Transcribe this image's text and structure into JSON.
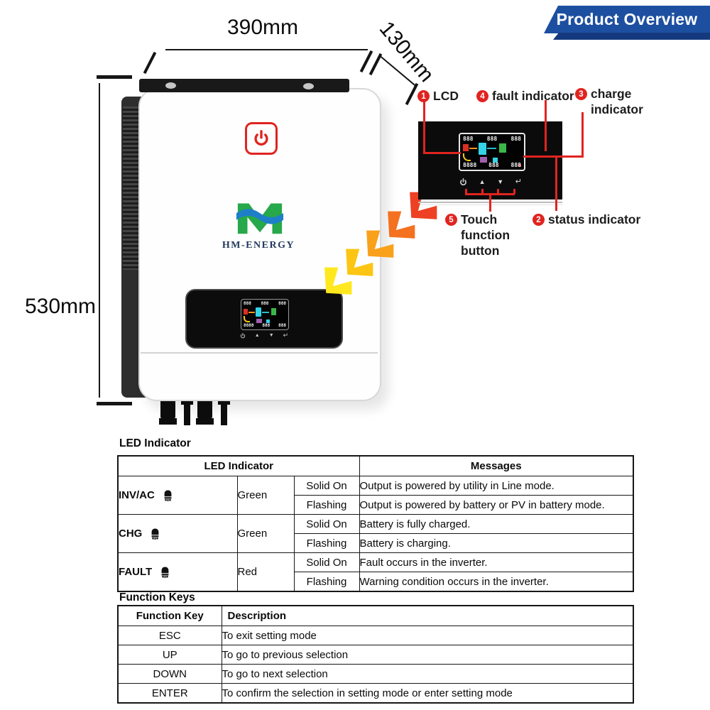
{
  "banner": {
    "title": "Product Overview"
  },
  "dimensions": {
    "width_label": "390mm",
    "depth_label": "130mm",
    "height_label": "530mm"
  },
  "device": {
    "brand": "HM-ENERGY"
  },
  "lcd_panel": {
    "screen": {
      "top_row": [
        "888",
        "888",
        "888"
      ],
      "bottom_row": [
        "8888",
        "888",
        "888"
      ]
    },
    "button_glyphs": {
      "up": "▲",
      "down": "▼",
      "enter": "↵"
    }
  },
  "callouts": [
    {
      "num": "1",
      "label": "LCD"
    },
    {
      "num": "2",
      "label": "status indicator"
    },
    {
      "num": "3",
      "label": "charge indicator"
    },
    {
      "num": "4",
      "label": "fault indicator"
    },
    {
      "num": "5",
      "label": "Touch function button"
    }
  ],
  "led_section": {
    "heading": "LED Indicator",
    "header_led": "LED Indicator",
    "header_messages": "Messages",
    "rows": [
      {
        "name": "INV/AC",
        "color": "Green",
        "states": [
          {
            "state": "Solid On",
            "message": "Output is powered by utility in Line mode."
          },
          {
            "state": "Flashing",
            "message": "Output is powered by battery or PV in battery mode."
          }
        ]
      },
      {
        "name": "CHG",
        "color": "Green",
        "states": [
          {
            "state": "Solid On",
            "message": "Battery is fully charged."
          },
          {
            "state": "Flashing",
            "message": "Battery is charging."
          }
        ]
      },
      {
        "name": "FAULT",
        "color": "Red",
        "states": [
          {
            "state": "Solid On",
            "message": "Fault occurs in the inverter."
          },
          {
            "state": "Flashing",
            "message": "Warning condition occurs in the inverter."
          }
        ]
      }
    ]
  },
  "function_section": {
    "heading": "Function Keys",
    "header_key": "Function Key",
    "header_description": "Description",
    "rows": [
      {
        "key": "ESC",
        "description": "To exit setting mode"
      },
      {
        "key": "UP",
        "description": "To go to previous selection"
      },
      {
        "key": "DOWN",
        "description": "To go to next selection"
      },
      {
        "key": "ENTER",
        "description": "To confirm the selection in setting mode or enter setting mode"
      }
    ]
  }
}
